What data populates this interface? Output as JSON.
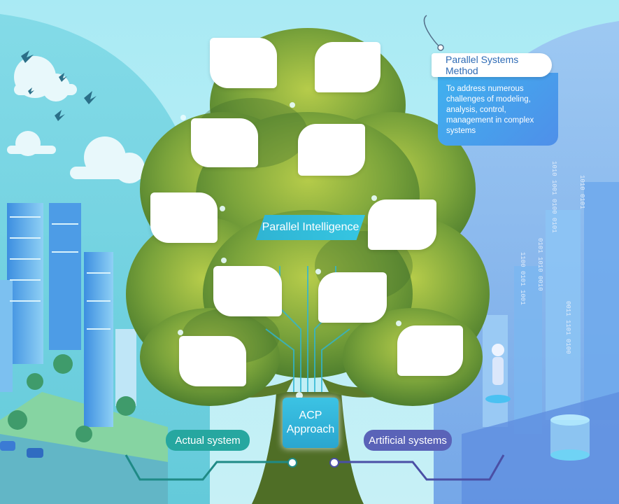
{
  "method": {
    "title": "Parallel Systems Method",
    "description": "To address numerous challenges of modeling, analysis, control, management in complex systems"
  },
  "center_label": "Parallel Intelligence",
  "acp": {
    "line1": "ACP",
    "line2": "Approach"
  },
  "left_label": "Actual system",
  "right_label": "Artificial systems",
  "leaf_cards": [
    "",
    "",
    "",
    "",
    "",
    "",
    "",
    "",
    "",
    "",
    ""
  ],
  "colors": {
    "left_pill": "#26a7a0",
    "right_pill": "#5a63b8",
    "tree_foliage": "#7fa63a",
    "trunk": "#4f6e26",
    "left_connector": "#1f8a86",
    "right_connector": "#4a4fa5"
  }
}
